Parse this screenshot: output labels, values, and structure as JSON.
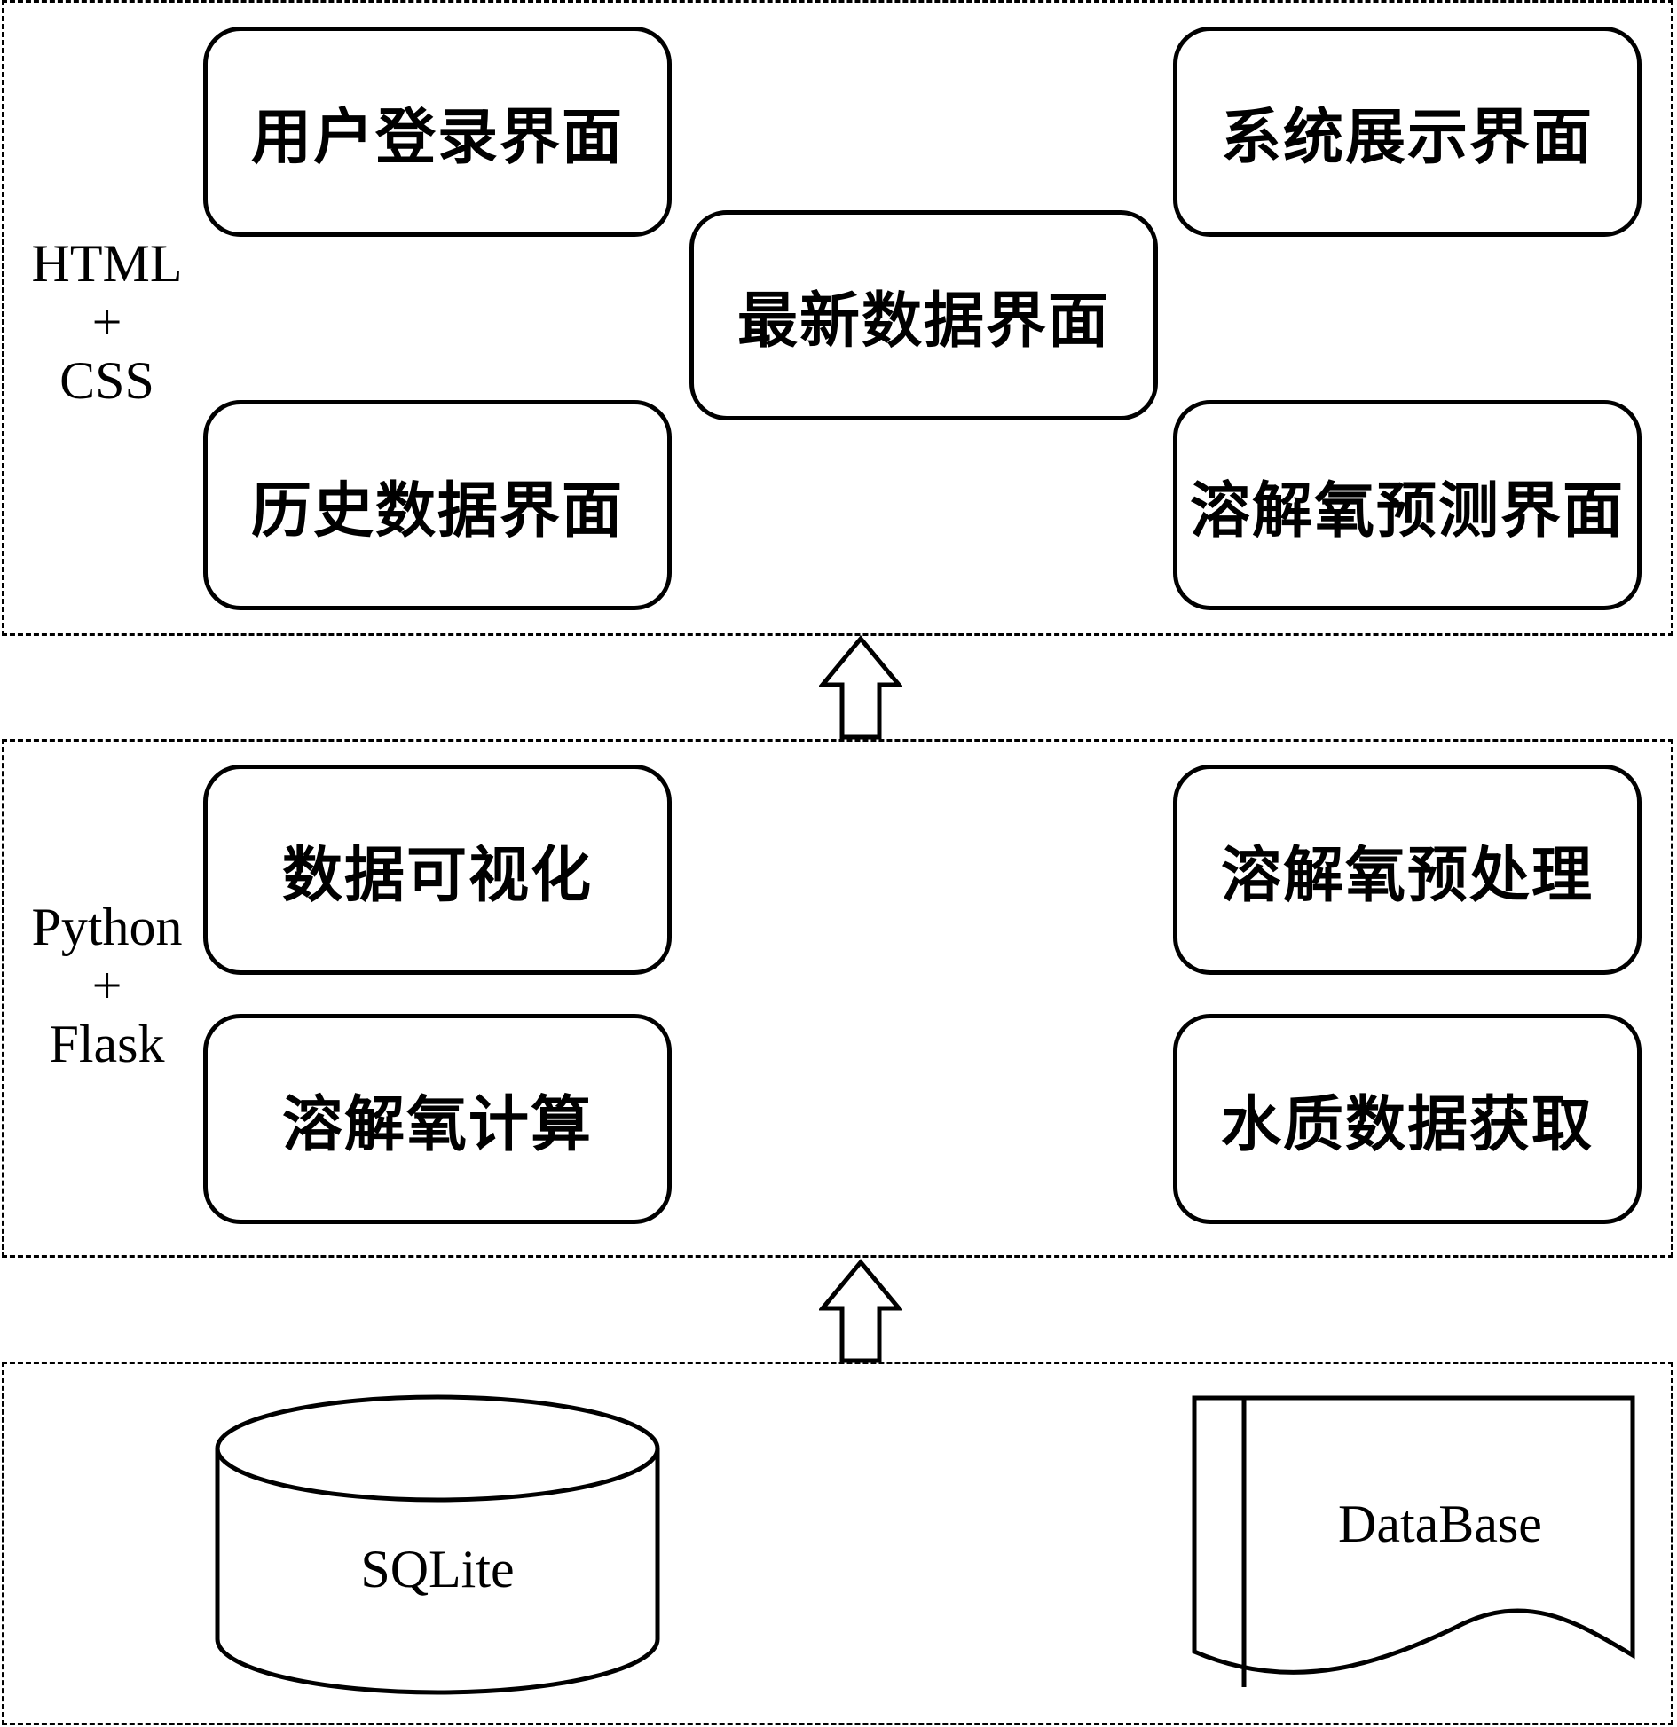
{
  "layers": {
    "presentation": {
      "label_lines": [
        "HTML",
        "+",
        "CSS"
      ],
      "boxes": {
        "login": "用户登录界面",
        "display": "系统展示界面",
        "latest": "最新数据界面",
        "history": "历史数据界面",
        "prediction": "溶解氧预测界面"
      }
    },
    "logic": {
      "label_lines": [
        "Python",
        "+",
        "Flask"
      ],
      "boxes": {
        "visualization": "数据可视化",
        "preprocess": "溶解氧预处理",
        "calculation": "溶解氧计算",
        "acquisition": "水质数据获取"
      }
    },
    "data": {
      "sqlite": "SQLite",
      "database": "DataBase"
    }
  }
}
